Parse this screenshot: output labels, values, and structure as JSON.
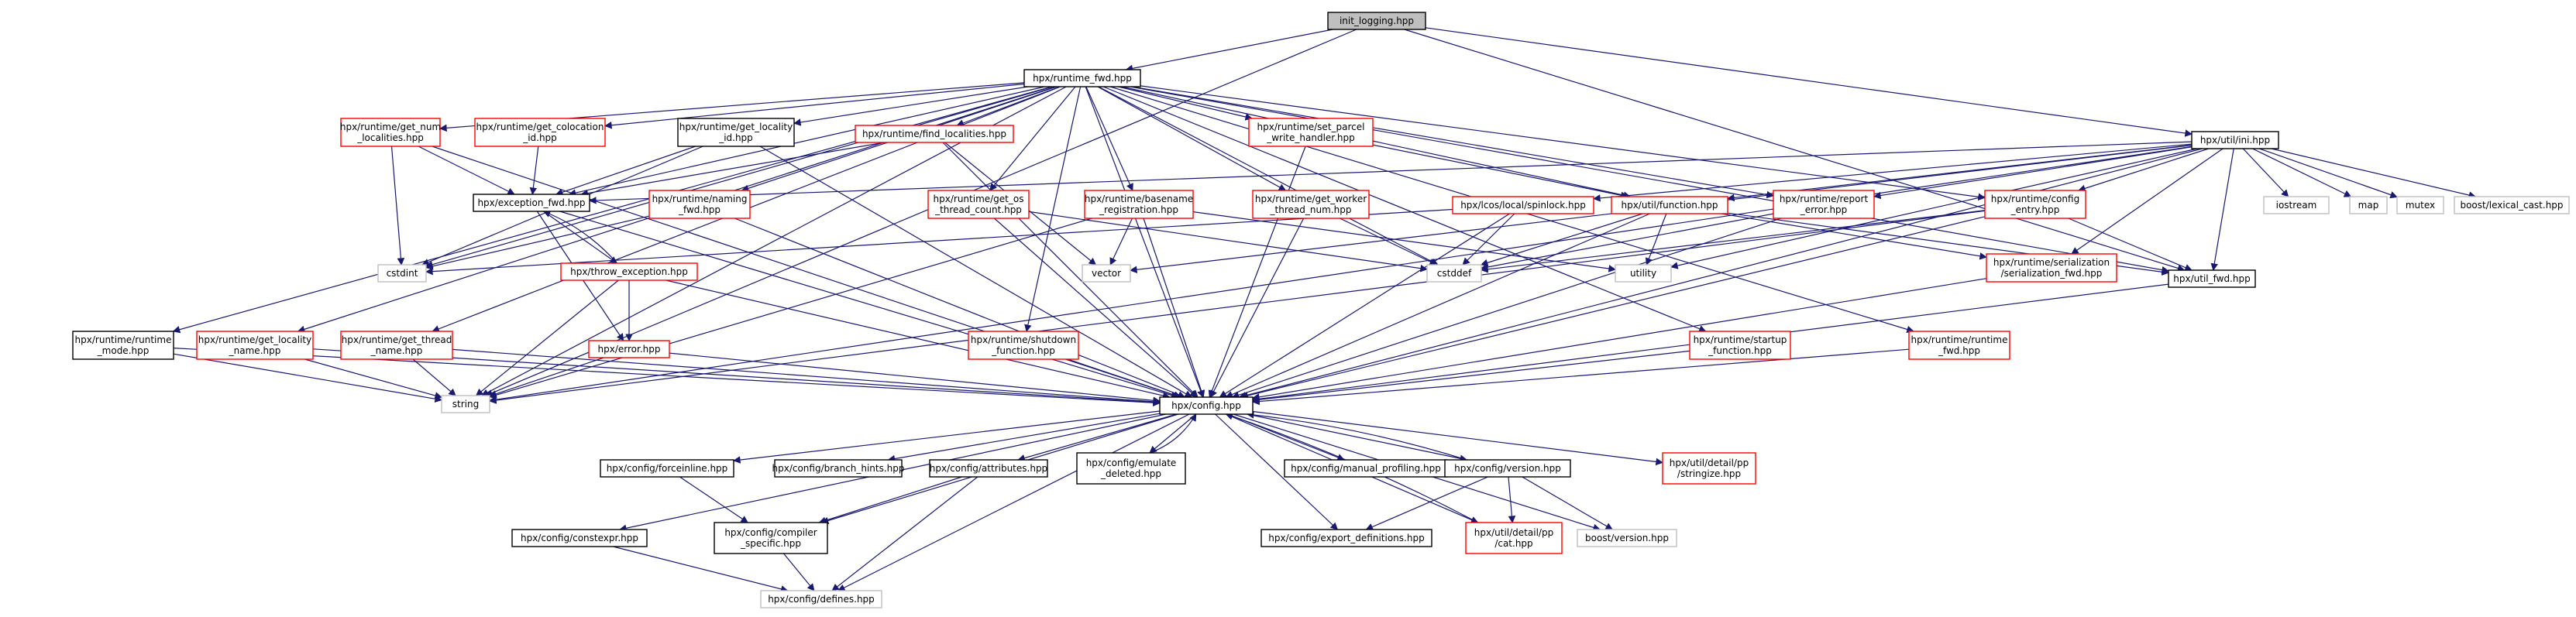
{
  "diagram": {
    "style": {
      "edge_color": "#191970",
      "node_border_black": "#000000",
      "node_border_red": "#ff0000",
      "node_border_gray": "#bfbfbf",
      "root_fill": "#bfbfbf",
      "node_fill": "#ffffff"
    },
    "nodes": [
      {
        "id": "init_logging",
        "label": [
          "init_logging.hpp"
        ],
        "border": "root"
      },
      {
        "id": "runtime_fwd",
        "label": [
          "hpx/runtime_fwd.hpp"
        ],
        "border": "black"
      },
      {
        "id": "util_ini",
        "label": [
          "hpx/util/ini.hpp"
        ],
        "border": "black"
      },
      {
        "id": "get_num_localities",
        "label": [
          "hpx/runtime/get_num",
          "_localities.hpp"
        ],
        "border": "red"
      },
      {
        "id": "get_colocation_id",
        "label": [
          "hpx/runtime/get_colocation",
          "_id.hpp"
        ],
        "border": "red"
      },
      {
        "id": "get_locality_id",
        "label": [
          "hpx/runtime/get_locality",
          "_id.hpp"
        ],
        "border": "black"
      },
      {
        "id": "find_localities",
        "label": [
          "hpx/runtime/find_localities.hpp"
        ],
        "border": "red"
      },
      {
        "id": "set_parcel_write_handler",
        "label": [
          "hpx/runtime/set_parcel",
          "_write_handler.hpp"
        ],
        "border": "red"
      },
      {
        "id": "exception_fwd",
        "label": [
          "hpx/exception_fwd.hpp"
        ],
        "border": "black"
      },
      {
        "id": "naming_fwd",
        "label": [
          "hpx/runtime/naming",
          "_fwd.hpp"
        ],
        "border": "red"
      },
      {
        "id": "get_os_thread_count",
        "label": [
          "hpx/runtime/get_os",
          "_thread_count.hpp"
        ],
        "border": "red"
      },
      {
        "id": "basename_registration",
        "label": [
          "hpx/runtime/basename",
          "_registration.hpp"
        ],
        "border": "red"
      },
      {
        "id": "get_worker_thread_num",
        "label": [
          "hpx/runtime/get_worker",
          "_thread_num.hpp"
        ],
        "border": "red"
      },
      {
        "id": "lcos_spinlock",
        "label": [
          "hpx/lcos/local/spinlock.hpp"
        ],
        "border": "red"
      },
      {
        "id": "util_function",
        "label": [
          "hpx/util/function.hpp"
        ],
        "border": "red"
      },
      {
        "id": "report_error",
        "label": [
          "hpx/runtime/report",
          "_error.hpp"
        ],
        "border": "red"
      },
      {
        "id": "config_entry",
        "label": [
          "hpx/runtime/config",
          "_entry.hpp"
        ],
        "border": "red"
      },
      {
        "id": "iostream",
        "label": [
          "iostream"
        ],
        "border": "gray"
      },
      {
        "id": "map",
        "label": [
          "map"
        ],
        "border": "gray"
      },
      {
        "id": "mutex",
        "label": [
          "mutex"
        ],
        "border": "gray"
      },
      {
        "id": "lexical_cast",
        "label": [
          "boost/lexical_cast.hpp"
        ],
        "border": "gray"
      },
      {
        "id": "cstdint",
        "label": [
          "cstdint"
        ],
        "border": "gray"
      },
      {
        "id": "throw_exception",
        "label": [
          "hpx/throw_exception.hpp"
        ],
        "border": "red"
      },
      {
        "id": "vector",
        "label": [
          "vector"
        ],
        "border": "gray"
      },
      {
        "id": "cstddef",
        "label": [
          "cstddef"
        ],
        "border": "gray"
      },
      {
        "id": "utility",
        "label": [
          "utility"
        ],
        "border": "gray"
      },
      {
        "id": "serialization_fwd",
        "label": [
          "hpx/runtime/serialization",
          "/serialization_fwd.hpp"
        ],
        "border": "red"
      },
      {
        "id": "util_fwd",
        "label": [
          "hpx/util_fwd.hpp"
        ],
        "border": "black"
      },
      {
        "id": "runtime_mode",
        "label": [
          "hpx/runtime/runtime",
          "_mode.hpp"
        ],
        "border": "black"
      },
      {
        "id": "get_locality_name",
        "label": [
          "hpx/runtime/get_locality",
          "_name.hpp"
        ],
        "border": "red"
      },
      {
        "id": "get_thread_name",
        "label": [
          "hpx/runtime/get_thread",
          "_name.hpp"
        ],
        "border": "red"
      },
      {
        "id": "error",
        "label": [
          "hpx/error.hpp"
        ],
        "border": "red"
      },
      {
        "id": "shutdown_function",
        "label": [
          "hpx/runtime/shutdown",
          "_function.hpp"
        ],
        "border": "red"
      },
      {
        "id": "startup_function",
        "label": [
          "hpx/runtime/startup",
          "_function.hpp"
        ],
        "border": "red"
      },
      {
        "id": "runtime_runtime_fwd",
        "label": [
          "hpx/runtime/runtime",
          "_fwd.hpp"
        ],
        "border": "red"
      },
      {
        "id": "string",
        "label": [
          "string"
        ],
        "border": "gray"
      },
      {
        "id": "config",
        "label": [
          "hpx/config.hpp"
        ],
        "border": "black"
      },
      {
        "id": "forceinline",
        "label": [
          "hpx/config/forceinline.hpp"
        ],
        "border": "black"
      },
      {
        "id": "branch_hints",
        "label": [
          "hpx/config/branch_hints.hpp"
        ],
        "border": "black"
      },
      {
        "id": "attributes",
        "label": [
          "hpx/config/attributes.hpp"
        ],
        "border": "black"
      },
      {
        "id": "emulate_deleted",
        "label": [
          "hpx/config/emulate",
          "_deleted.hpp"
        ],
        "border": "black"
      },
      {
        "id": "manual_profiling",
        "label": [
          "hpx/config/manual_profiling.hpp"
        ],
        "border": "black"
      },
      {
        "id": "config_version",
        "label": [
          "hpx/config/version.hpp"
        ],
        "border": "black"
      },
      {
        "id": "stringize",
        "label": [
          "hpx/util/detail/pp",
          "/stringize.hpp"
        ],
        "border": "red"
      },
      {
        "id": "constexpr",
        "label": [
          "hpx/config/constexpr.hpp"
        ],
        "border": "black"
      },
      {
        "id": "compiler_specific",
        "label": [
          "hpx/config/compiler",
          "_specific.hpp"
        ],
        "border": "black"
      },
      {
        "id": "export_definitions",
        "label": [
          "hpx/config/export_definitions.hpp"
        ],
        "border": "black"
      },
      {
        "id": "pp_cat",
        "label": [
          "hpx/util/detail/pp",
          "/cat.hpp"
        ],
        "border": "red"
      },
      {
        "id": "boost_version",
        "label": [
          "boost/version.hpp"
        ],
        "border": "gray"
      },
      {
        "id": "defines",
        "label": [
          "hpx/config/defines.hpp"
        ],
        "border": "gray"
      }
    ],
    "edges": [
      [
        "init_logging",
        "runtime_fwd"
      ],
      [
        "init_logging",
        "util_ini"
      ],
      [
        "init_logging",
        "util_fwd"
      ],
      [
        "init_logging",
        "string"
      ],
      [
        "runtime_fwd",
        "get_num_localities"
      ],
      [
        "runtime_fwd",
        "get_colocation_id"
      ],
      [
        "runtime_fwd",
        "get_locality_id"
      ],
      [
        "runtime_fwd",
        "find_localities"
      ],
      [
        "runtime_fwd",
        "set_parcel_write_handler"
      ],
      [
        "runtime_fwd",
        "exception_fwd"
      ],
      [
        "runtime_fwd",
        "naming_fwd"
      ],
      [
        "runtime_fwd",
        "get_os_thread_count"
      ],
      [
        "runtime_fwd",
        "basename_registration"
      ],
      [
        "runtime_fwd",
        "get_worker_thread_num"
      ],
      [
        "runtime_fwd",
        "util_function"
      ],
      [
        "runtime_fwd",
        "report_error"
      ],
      [
        "runtime_fwd",
        "config_entry"
      ],
      [
        "runtime_fwd",
        "util_fwd"
      ],
      [
        "runtime_fwd",
        "cstdint"
      ],
      [
        "runtime_fwd",
        "cstddef"
      ],
      [
        "runtime_fwd",
        "string"
      ],
      [
        "runtime_fwd",
        "config"
      ],
      [
        "runtime_fwd",
        "runtime_mode"
      ],
      [
        "runtime_fwd",
        "get_locality_name"
      ],
      [
        "runtime_fwd",
        "get_thread_name"
      ],
      [
        "runtime_fwd",
        "shutdown_function"
      ],
      [
        "runtime_fwd",
        "startup_function"
      ],
      [
        "runtime_fwd",
        "runtime_runtime_fwd"
      ],
      [
        "util_ini",
        "lcos_spinlock"
      ],
      [
        "util_ini",
        "util_function"
      ],
      [
        "util_ini",
        "report_error"
      ],
      [
        "util_ini",
        "config_entry"
      ],
      [
        "util_ini",
        "iostream"
      ],
      [
        "util_ini",
        "map"
      ],
      [
        "util_ini",
        "mutex"
      ],
      [
        "util_ini",
        "lexical_cast"
      ],
      [
        "util_ini",
        "util_fwd"
      ],
      [
        "util_ini",
        "serialization_fwd"
      ],
      [
        "util_ini",
        "vector"
      ],
      [
        "util_ini",
        "utility"
      ],
      [
        "util_ini",
        "string"
      ],
      [
        "util_ini",
        "config"
      ],
      [
        "util_ini",
        "exception_fwd"
      ],
      [
        "get_num_localities",
        "exception_fwd"
      ],
      [
        "get_num_localities",
        "cstdint"
      ],
      [
        "get_num_localities",
        "config"
      ],
      [
        "get_colocation_id",
        "exception_fwd"
      ],
      [
        "get_locality_id",
        "exception_fwd"
      ],
      [
        "get_locality_id",
        "cstdint"
      ],
      [
        "get_locality_id",
        "config"
      ],
      [
        "find_localities",
        "exception_fwd"
      ],
      [
        "find_localities",
        "config"
      ],
      [
        "find_localities",
        "vector"
      ],
      [
        "set_parcel_write_handler",
        "util_function"
      ],
      [
        "set_parcel_write_handler",
        "config"
      ],
      [
        "exception_fwd",
        "throw_exception"
      ],
      [
        "exception_fwd",
        "error"
      ],
      [
        "exception_fwd",
        "config"
      ],
      [
        "throw_exception",
        "exception_fwd"
      ],
      [
        "throw_exception",
        "error"
      ],
      [
        "throw_exception",
        "string"
      ],
      [
        "throw_exception",
        "config"
      ],
      [
        "naming_fwd",
        "cstdint"
      ],
      [
        "naming_fwd",
        "config"
      ],
      [
        "get_os_thread_count",
        "config"
      ],
      [
        "get_os_thread_count",
        "cstddef"
      ],
      [
        "basename_registration",
        "vector"
      ],
      [
        "basename_registration",
        "string"
      ],
      [
        "basename_registration",
        "config"
      ],
      [
        "basename_registration",
        "utility"
      ],
      [
        "get_worker_thread_num",
        "config"
      ],
      [
        "get_worker_thread_num",
        "cstddef"
      ],
      [
        "lcos_spinlock",
        "config"
      ],
      [
        "lcos_spinlock",
        "cstddef"
      ],
      [
        "lcos_spinlock",
        "cstdint"
      ],
      [
        "util_function",
        "config"
      ],
      [
        "util_function",
        "utility"
      ],
      [
        "util_function",
        "serialization_fwd"
      ],
      [
        "util_function",
        "util_fwd"
      ],
      [
        "util_function",
        "cstddef"
      ],
      [
        "report_error",
        "config"
      ],
      [
        "report_error",
        "cstddef"
      ],
      [
        "config_entry",
        "config"
      ],
      [
        "config_entry",
        "cstddef"
      ],
      [
        "config_entry",
        "string"
      ],
      [
        "config_entry",
        "util_fwd"
      ],
      [
        "serialization_fwd",
        "config"
      ],
      [
        "util_fwd",
        "config"
      ],
      [
        "runtime_mode",
        "config"
      ],
      [
        "runtime_mode",
        "string"
      ],
      [
        "get_locality_name",
        "config"
      ],
      [
        "get_locality_name",
        "string"
      ],
      [
        "get_thread_name",
        "config"
      ],
      [
        "get_thread_name",
        "string"
      ],
      [
        "error",
        "config"
      ],
      [
        "error",
        "string"
      ],
      [
        "shutdown_function",
        "config"
      ],
      [
        "startup_function",
        "config"
      ],
      [
        "runtime_runtime_fwd",
        "config"
      ],
      [
        "config",
        "forceinline"
      ],
      [
        "config",
        "branch_hints"
      ],
      [
        "config",
        "attributes"
      ],
      [
        "config",
        "emulate_deleted"
      ],
      [
        "config",
        "manual_profiling"
      ],
      [
        "config",
        "config_version"
      ],
      [
        "config",
        "stringize"
      ],
      [
        "config",
        "constexpr"
      ],
      [
        "config",
        "compiler_specific"
      ],
      [
        "config",
        "export_definitions"
      ],
      [
        "config",
        "pp_cat"
      ],
      [
        "config",
        "boost_version"
      ],
      [
        "config",
        "defines"
      ],
      [
        "emulate_deleted",
        "config"
      ],
      [
        "config_version",
        "config"
      ],
      [
        "pp_cat",
        "config"
      ],
      [
        "forceinline",
        "compiler_specific"
      ],
      [
        "attributes",
        "compiler_specific"
      ],
      [
        "attributes",
        "defines"
      ],
      [
        "compiler_specific",
        "defines"
      ],
      [
        "constexpr",
        "defines"
      ],
      [
        "config_version",
        "export_definitions"
      ],
      [
        "config_version",
        "pp_cat"
      ],
      [
        "config_version",
        "boost_version"
      ]
    ]
  }
}
